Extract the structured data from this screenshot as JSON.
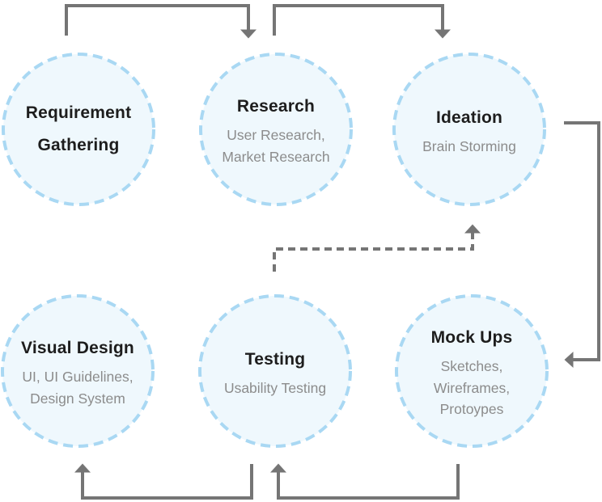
{
  "diagram": {
    "name": "design-process-flow",
    "nodes": [
      {
        "id": "requirement-gathering",
        "title": "Requirement\nGathering",
        "subtitle": ""
      },
      {
        "id": "research",
        "title": "Research",
        "subtitle": "User Research,\nMarket Research"
      },
      {
        "id": "ideation",
        "title": "Ideation",
        "subtitle": "Brain Storming"
      },
      {
        "id": "visual-design",
        "title": "Visual Design",
        "subtitle": "UI, UI Guidelines,\nDesign System"
      },
      {
        "id": "testing",
        "title": "Testing",
        "subtitle": "Usability Testing"
      },
      {
        "id": "mock-ups",
        "title": "Mock Ups",
        "subtitle": "Sketches,\nWireframes,\nProtoypes"
      }
    ],
    "edges": [
      {
        "from": "requirement-gathering",
        "to": "research",
        "style": "solid"
      },
      {
        "from": "research",
        "to": "ideation",
        "style": "solid"
      },
      {
        "from": "ideation",
        "to": "mock-ups",
        "style": "solid"
      },
      {
        "from": "mock-ups",
        "to": "testing",
        "style": "solid"
      },
      {
        "from": "testing",
        "to": "visual-design",
        "style": "solid"
      },
      {
        "from": "testing",
        "to": "ideation",
        "style": "dashed"
      }
    ],
    "colors": {
      "circle_fill": "#EFF8FD",
      "circle_border": "#A9D8F3",
      "title_text": "#1D1D1D",
      "subtitle_text": "#8C8C8C",
      "arrow": "#757575"
    }
  }
}
